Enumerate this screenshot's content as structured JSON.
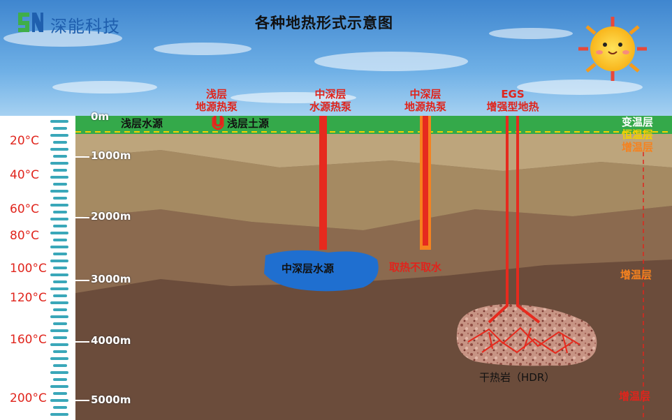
{
  "brand": {
    "logo_text": "深能科技"
  },
  "title": "各种地热形式示意图",
  "types": [
    {
      "line1": "浅层",
      "line2": "地源热泵"
    },
    {
      "line1": "中深层",
      "line2": "水源热泵"
    },
    {
      "line1": "中深层",
      "line2": "地源热泵"
    },
    {
      "line1": "EGS",
      "line2": "增强型地热"
    }
  ],
  "depth_labels": [
    "0m",
    "1000m",
    "2000m",
    "3000m",
    "4000m",
    "5000m"
  ],
  "temperature_labels": [
    "20°C",
    "40°C",
    "60°C",
    "80°C",
    "100°C",
    "120°C",
    "160°C",
    "200°C"
  ],
  "surface": {
    "shallow_water": "浅层水源",
    "u_mark": "U",
    "shallow_soil": "浅层土源"
  },
  "zones": {
    "variable": "变温层",
    "constant": "恒温层",
    "increasing": "增温层"
  },
  "annotations": {
    "mid_deep_water": "中深层水源",
    "no_water": "取热不取水",
    "hot_dry_rock": "干热岩（HDR）"
  },
  "colors": {
    "pipe_red": "#e62a1e",
    "pipe_orange": "#f5821f",
    "ground_green": "#34a94a",
    "water_blue": "#1f6fd0",
    "label_red": "#e0241c"
  }
}
